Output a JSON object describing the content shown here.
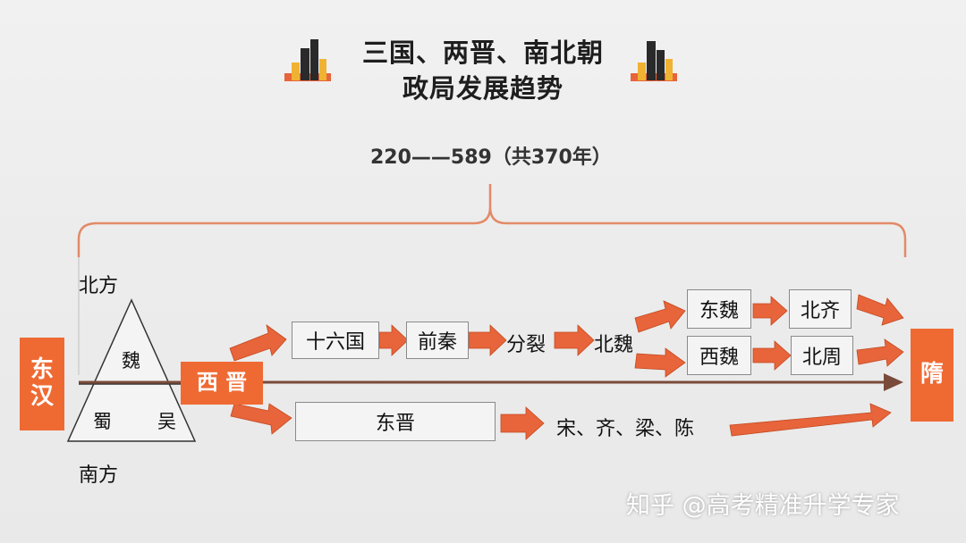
{
  "title": {
    "line1": "三国、两晋、南北朝",
    "line2": "政局发展趋势"
  },
  "period": "220——589（共370年）",
  "regions": {
    "north": "北方",
    "south": "南方"
  },
  "three_kingdoms": {
    "wei": "魏",
    "shu": "蜀",
    "wu": "吴"
  },
  "states": {
    "donghan": "东\n汉",
    "xijin": "西 晋",
    "sui": "隋",
    "shiliuguo": "十六国",
    "qianqin": "前秦",
    "fenlie": "分裂",
    "beiwei": "北魏",
    "dongwei": "东魏",
    "xiwei": "西魏",
    "beiqi": "北齐",
    "beizhou": "北周",
    "dongjin": "东晋",
    "southern": "宋、齐、梁、陈"
  },
  "watermark": "知乎 @高考精准升学专家",
  "colors": {
    "accent": "#ef6a33",
    "arrow": "#e8643a",
    "line": "#7a4a3a",
    "bracket": "#e28a68"
  }
}
